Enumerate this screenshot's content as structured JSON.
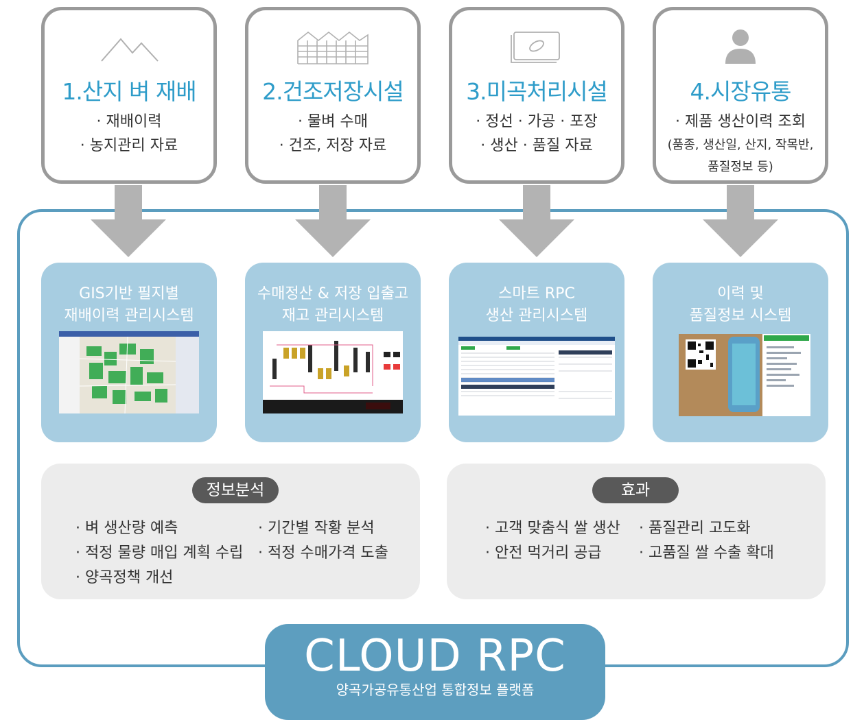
{
  "stages": [
    {
      "title": "1.산지 벼 재배",
      "lines": [
        "· 재배이력",
        "· 농지관리 자료"
      ],
      "icon": "mountain-icon"
    },
    {
      "title": "2.건조저장시설",
      "lines": [
        "· 물벼 수매",
        "· 건조, 저장 자료"
      ],
      "icon": "storage-building-icon"
    },
    {
      "title": "3.미곡처리시설",
      "lines": [
        "· 정선 · 가공 · 포장",
        "· 생산 · 품질 자료"
      ],
      "icon": "rice-grain-icon"
    },
    {
      "title": "4.시장유통",
      "lines": [
        "· 제품 생산이력 조회",
        "(품종, 생산일, 산지, 작목반,",
        "품질정보 등)"
      ],
      "icon": "person-icon"
    }
  ],
  "systems": [
    {
      "line1": "GIS기반 필지별",
      "line2": "재배이력 관리시스템"
    },
    {
      "line1": "수매정산 & 저장 입출고",
      "line2": "재고 관리시스템"
    },
    {
      "line1": "스마트 RPC",
      "line2": "생산 관리시스템"
    },
    {
      "line1": "이력 및",
      "line2": "품질정보 시스템"
    }
  ],
  "analysis": {
    "label": "정보분석",
    "items": [
      "· 벼 생산량 예측",
      "· 기간별 작황 분석",
      "· 적정 물량 매입 계획 수립",
      "· 적정 수매가격 도출",
      "· 양곡정책 개선"
    ]
  },
  "effects": {
    "label": "효과",
    "items": [
      "· 고객 맞춤식 쌀 생산",
      "· 품질관리 고도화",
      "· 안전 먹거리 공급",
      "· 고품질 쌀 수출 확대"
    ]
  },
  "platform": {
    "name": "CLOUD RPC",
    "subtitle": "양곡가공유통산업 통합정보 플랫폼"
  },
  "colors": {
    "accent": "#2e9cc9",
    "frame": "#5b9dbf",
    "card": "#a7cde1",
    "arrow": "#b3b3b3",
    "panel": "#ececec",
    "pill": "#595959"
  }
}
